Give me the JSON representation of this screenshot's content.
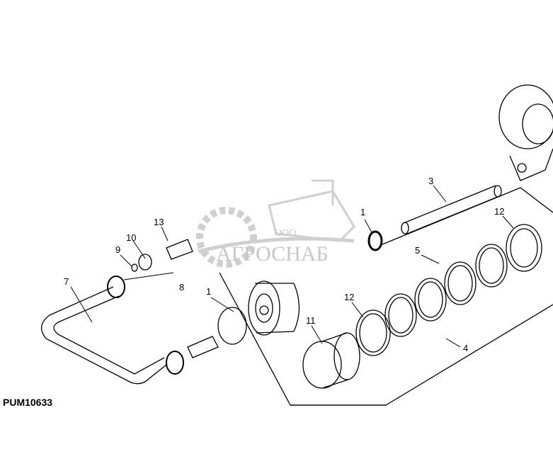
{
  "figure_code": "PUM10633",
  "watermark": {
    "company_prefix": "ООО",
    "company_name": "АГРОСНАБ"
  },
  "callouts": [
    {
      "id": "c1a",
      "text": "1"
    },
    {
      "id": "c1b",
      "text": "1"
    },
    {
      "id": "c3",
      "text": "3"
    },
    {
      "id": "c4",
      "text": "4"
    },
    {
      "id": "c5",
      "text": "5"
    },
    {
      "id": "c7",
      "text": "7"
    },
    {
      "id": "c8",
      "text": "8"
    },
    {
      "id": "c9",
      "text": "9"
    },
    {
      "id": "c10",
      "text": "10"
    },
    {
      "id": "c11",
      "text": "11"
    },
    {
      "id": "c12a",
      "text": "12"
    },
    {
      "id": "c12b",
      "text": "12"
    },
    {
      "id": "c13",
      "text": "13"
    }
  ]
}
